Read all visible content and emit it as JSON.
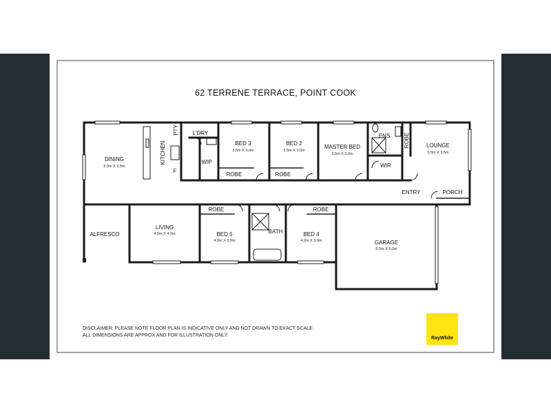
{
  "title": "62 TERRENE TERRACE, POINT COOK",
  "rooms": {
    "dining": {
      "name": "DINING",
      "dims": "5.0m X 3.5m"
    },
    "kitchen": {
      "name": "KITCHEN"
    },
    "pantry": {
      "name": "PTY"
    },
    "laundry": {
      "name": "L'DRY"
    },
    "fridge": {
      "name": "F"
    },
    "wip": {
      "name": "WIP"
    },
    "bed3": {
      "name": "BED 3",
      "dims": "3.5m X 3.0m"
    },
    "bed3_robe": {
      "name": "ROBE"
    },
    "bed2": {
      "name": "BED 2",
      "dims": "3.5m X 3.0m"
    },
    "bed2_robe": {
      "name": "ROBE"
    },
    "master": {
      "name": "MASTER BED",
      "dims": "3.5m X 3.0m"
    },
    "ensuite": {
      "name": "ENS"
    },
    "wir": {
      "name": "WIR"
    },
    "master_robe": {
      "name": "ROBE"
    },
    "lounge": {
      "name": "LOUNGE",
      "dims": "3.5m X 3.5m"
    },
    "entry": {
      "name": "ENTRY"
    },
    "porch": {
      "name": "PORCH"
    },
    "alfresco": {
      "name": "ALFRESCO"
    },
    "living": {
      "name": "LIVING",
      "dims": "4.0m X 4.0m"
    },
    "bed5": {
      "name": "BED 5",
      "dims": "4.0m X 3.0m"
    },
    "bed5_robe": {
      "name": "ROBE"
    },
    "bath": {
      "name": "BATH"
    },
    "bed4": {
      "name": "BED 4",
      "dims": "4.0m X 3.0m"
    },
    "bed4_robe": {
      "name": "ROBE"
    },
    "garage": {
      "name": "GARAGE",
      "dims": "5.5m X 6.0m"
    }
  },
  "disclaimer": {
    "line1": "DISCLAIMER: PLEASE NOTE FLOOR PLAN IS INDICATIVE ONLY AND NOT DRAWN TO EXACT SCALE.",
    "line2": "ALL DIMENSIONS ARE APPROX AND FOR ILLUSTRATION ONLY."
  },
  "logo": {
    "text": "RayWhite",
    "color": "#ffe512"
  },
  "colors": {
    "frame": "#232b33",
    "wall": "#1a1a1a"
  }
}
